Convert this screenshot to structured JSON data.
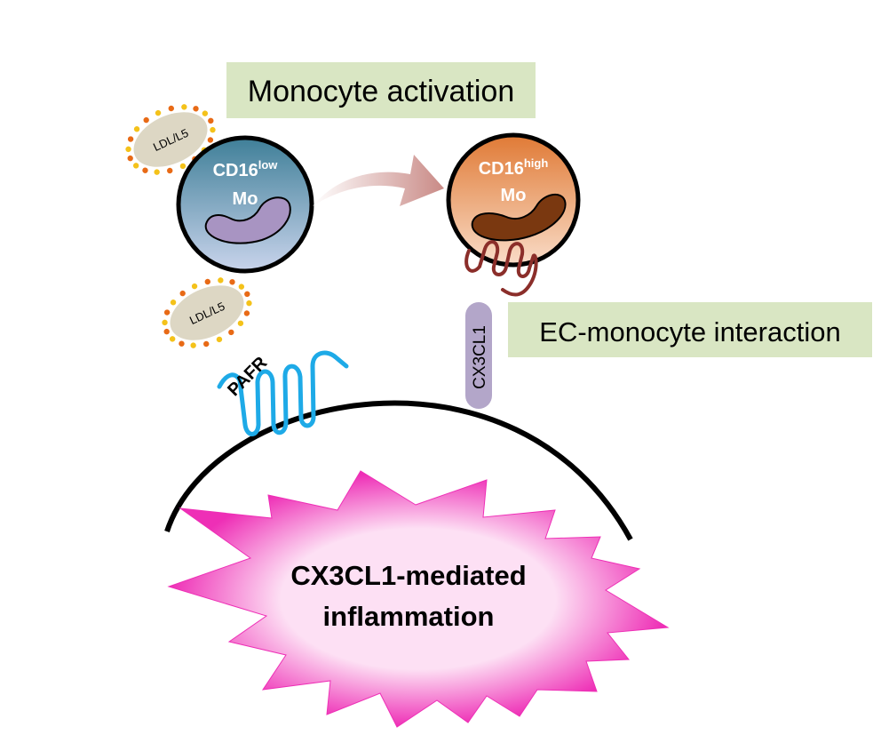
{
  "labels": {
    "monocyte_activation": "Monocyte activation",
    "ec_monocyte_interaction": "EC-monocyte interaction",
    "ldl_top": "LDL/L5",
    "ldl_bottom": "LDL/L5",
    "cd16_low_base": "CD16",
    "cd16_low_sup": "low",
    "cd16_low_mo": "Mo",
    "cd16_high_base": "CD16",
    "cd16_high_sup": "high",
    "cd16_high_mo": "Mo",
    "pafr": "PAFR",
    "cx3cl1": "CX3CL1",
    "inflammation_line1": "CX3CL1-mediated",
    "inflammation_line2": "inflammation"
  },
  "colors": {
    "label_box_fill": "#d9e6c3",
    "cd16_low_top": "#3f7f98",
    "cd16_low_bottom": "#c9d4ec",
    "cd16_high_top": "#e07a35",
    "cd16_high_bottom": "#f9dcc8",
    "nucleus_low": "#a894c2",
    "nucleus_high": "#7a3810",
    "ldl_fill": "#ddd7c4",
    "ldl_dot_orange": "#e86a16",
    "ldl_dot_yellow": "#f4c21a",
    "pafr": "#1eaae7",
    "receptor_coil": "#8b2e2a",
    "cx3cl1_fill": "#b3a6c9",
    "arrow": "#c98a86",
    "starburst_outer": "#ee2fb6",
    "starburst_inner": "#fde0f4",
    "membrane": "#000000"
  }
}
